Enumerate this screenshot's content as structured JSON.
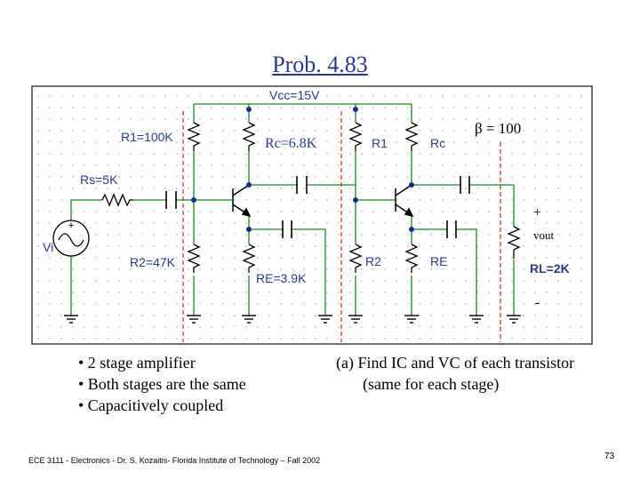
{
  "title": "Prob. 4.83",
  "circuit": {
    "vcc": "Vcc=15V",
    "r1_stage1": "R1=100K",
    "rc_stage1": "Rc=6.8K",
    "r1_stage2": "R1",
    "rc_stage2": "Rc",
    "beta": "β = 100",
    "rs": "Rs=5K",
    "vi": "Vi",
    "r2_stage1": "R2=47K",
    "re_stage1": "RE=3.9K",
    "r2_stage2": "R2",
    "re_stage2": "RE",
    "plus": "+",
    "vout": "vout",
    "rl": "RL=2K",
    "minus": "-"
  },
  "bullets": [
    "• 2 stage amplifier",
    "• Both stages are the same",
    "• Capacitively coupled"
  ],
  "task": {
    "line1": "(a) Find IC and VC of each transistor",
    "line2": "(same for each stage)"
  },
  "footer": "ECE 3111 - Electronics - Dr. S. Kozaitis- Florida Institute of Technology – Fall 2002",
  "page_number": "73",
  "colors": {
    "title": "#2a3a8c",
    "wire": "#1a8a1a",
    "component": "#000000",
    "dashed_divider": "#d42020",
    "label": "#2a3a8c",
    "node_dot": "#1a2a8a"
  }
}
